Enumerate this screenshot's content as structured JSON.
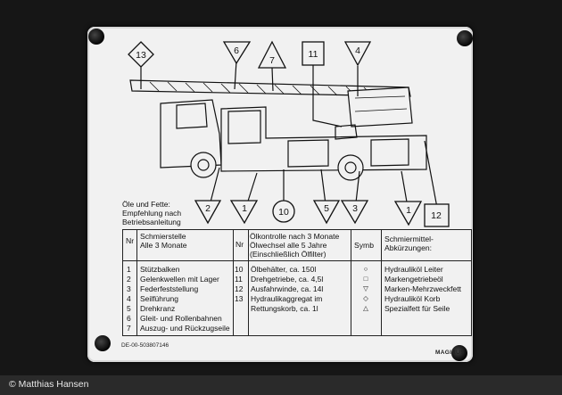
{
  "photo_credit": "© Matthias Hansen",
  "diagram_markers": [
    {
      "shape": "diamond",
      "label": "13"
    },
    {
      "shape": "triangle-down",
      "label": "6"
    },
    {
      "shape": "triangle-up",
      "label": "7"
    },
    {
      "shape": "square",
      "label": "11"
    },
    {
      "shape": "triangle-down",
      "label": "4"
    },
    {
      "shape": "triangle-down",
      "label": "2"
    },
    {
      "shape": "triangle-down",
      "label": "1"
    },
    {
      "shape": "circle",
      "label": "10"
    },
    {
      "shape": "triangle-down",
      "label": "5"
    },
    {
      "shape": "triangle-down",
      "label": "3"
    },
    {
      "shape": "triangle-down",
      "label": "1"
    },
    {
      "shape": "square",
      "label": "12"
    }
  ],
  "oils_note": [
    "Öle und Fette:",
    "Empfehlung nach",
    "Betriebsanleitung"
  ],
  "table": {
    "col1_header_nr": "Nr",
    "col1_header": [
      "Schmierstelle",
      "Alle 3 Monate"
    ],
    "col1_rows": [
      {
        "nr": "1",
        "text": "Stützbalken"
      },
      {
        "nr": "2",
        "text": "Gelenkwellen mit Lager"
      },
      {
        "nr": "3",
        "text": "Federfeststellung"
      },
      {
        "nr": "4",
        "text": "Seilführung"
      },
      {
        "nr": "5",
        "text": "Drehkranz"
      },
      {
        "nr": "6",
        "text": "Gleit- und Rollenbahnen"
      },
      {
        "nr": "7",
        "text": "Auszug- und Rückzugseile"
      }
    ],
    "col2_header_nr": "Nr",
    "col2_header": [
      "Ölkontrolle nach 3 Monate",
      "Ölwechsel alle 5 Jahre",
      "(Einschließlich Ölfilter)"
    ],
    "col2_rows": [
      {
        "nr": "10",
        "text": "Ölbehälter, ca. 150l"
      },
      {
        "nr": "11",
        "text": "Drehgetriebe, ca. 4,5l"
      },
      {
        "nr": "12",
        "text": "Ausfahrwinde, ca. 14l"
      },
      {
        "nr": "13",
        "text": "Hydraulikaggregat im"
      },
      {
        "nr": "",
        "text": "Rettungskorb, ca. 1l"
      }
    ],
    "col3_header": "Symb",
    "col4_header": [
      "Schmiermittel-",
      "Abkürzungen:"
    ],
    "legend": [
      {
        "symbol": "circle",
        "text": "Hydrauliköl Leiter"
      },
      {
        "symbol": "square",
        "text": "Markengetriebeöl"
      },
      {
        "symbol": "triangle-down",
        "text": "Marken-Mehrzweckfett"
      },
      {
        "symbol": "diamond",
        "text": "Hydrauliköl Korb"
      },
      {
        "symbol": "triangle-up",
        "text": "Spezialfett für Seile"
      }
    ]
  },
  "part_number": "DE-00-503807146",
  "brand": "MAGIRUS"
}
